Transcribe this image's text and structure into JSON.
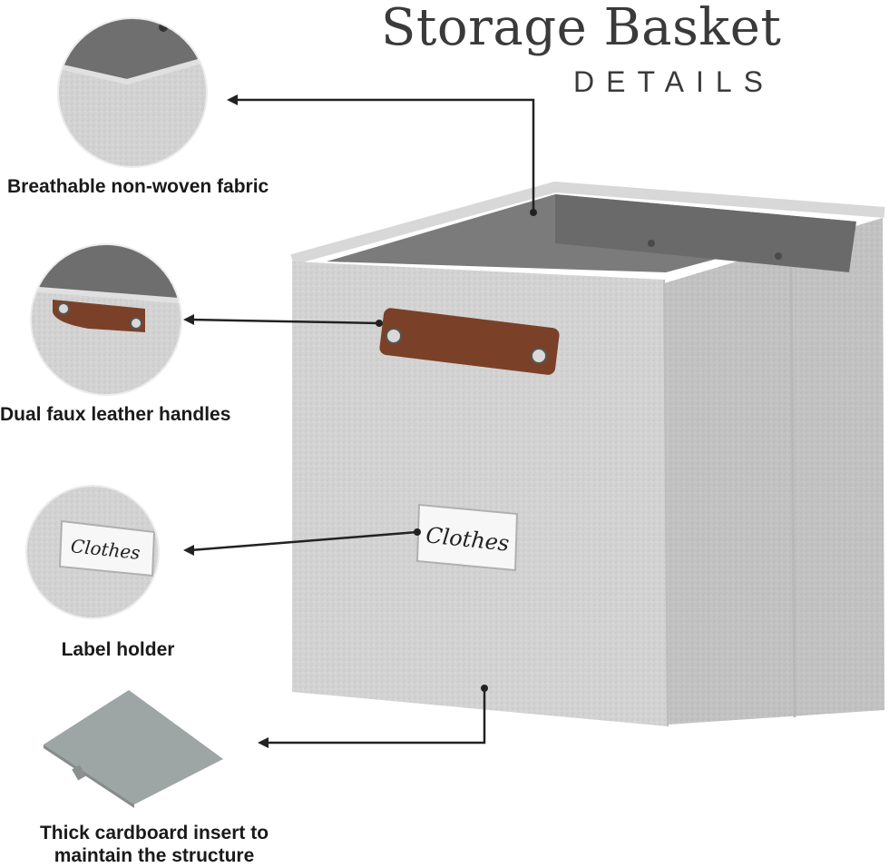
{
  "header": {
    "title": "Storage Basket",
    "subtitle": "DETAILS"
  },
  "features": [
    {
      "caption": "Breathable non-woven fabric"
    },
    {
      "caption": "Dual faux leather handles"
    },
    {
      "caption": "Label holder"
    },
    {
      "caption_line1": "Thick cardboard insert to",
      "caption_line2": "maintain the structure"
    }
  ],
  "label_tag": {
    "text": "Clothes"
  },
  "colors": {
    "fabric": "#d2d2d2",
    "interior": "#7d7d7d",
    "leather": "#7a4128",
    "insert": "#9ea5a5",
    "text": "#1a1a1a"
  }
}
